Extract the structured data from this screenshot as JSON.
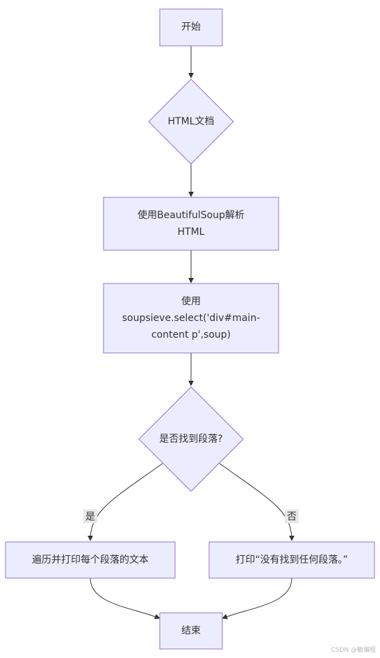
{
  "nodes": {
    "start": {
      "label": "开始"
    },
    "html_doc": {
      "label": "HTML文档"
    },
    "parse": {
      "lines": [
        "使用BeautifulSoup解析",
        "HTML"
      ]
    },
    "select": {
      "lines": [
        "使用",
        "soupsieve.select('div#main-",
        "content p',soup)"
      ]
    },
    "decision": {
      "label": "是否找到段落?"
    },
    "print_all": {
      "label": "遍历并打印每个段落的文本"
    },
    "print_none": {
      "label": "打印“没有找到任何段落。”"
    },
    "end": {
      "label": "结束"
    }
  },
  "edges": {
    "yes_label": "是",
    "no_label": "否"
  },
  "watermark": "CSDN @敏编程",
  "colors": {
    "node_fill": "#ECECFF",
    "node_stroke": "#9370DB",
    "edge": "#333333",
    "text": "#333333",
    "label_bg": "#e8e8e8"
  }
}
